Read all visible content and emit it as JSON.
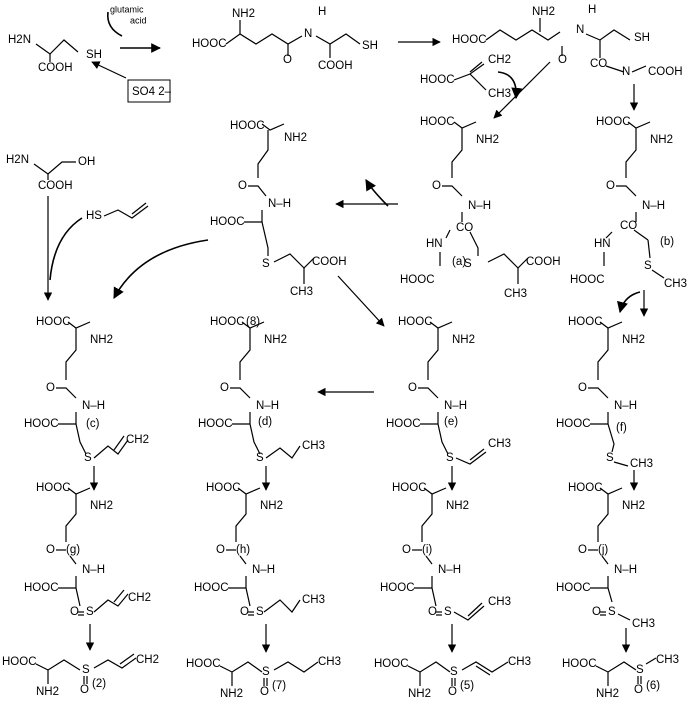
{
  "labels": {
    "nh2": "NH2",
    "h2n": "H2N",
    "cooh": "COOH",
    "hooc": "HOOC",
    "sh": "SH",
    "oh": "OH",
    "hs": "HS",
    "o": "O",
    "s": "S",
    "n": "N",
    "h": "H",
    "nh": "N–H",
    "hn": "HN",
    "co": "CO",
    "ch2": "CH2",
    "ch3": "CH3"
  },
  "reagents": {
    "glutamic_line1": "glutamic",
    "glutamic_line2": "acid",
    "sulfate": "SO4 2–"
  },
  "intermediate_tags": {
    "a": "(a)",
    "b": "(b)",
    "c": "(c)",
    "d": "(d)",
    "e": "(e)",
    "f": "(f)",
    "g": "(g)",
    "h": "(h)",
    "i": "(i)",
    "j": "(j)"
  },
  "compound_numbers": {
    "c2": "(2)",
    "c5": "(5)",
    "c6": "(6)",
    "c7": "(7)",
    "c8": "(8)"
  }
}
